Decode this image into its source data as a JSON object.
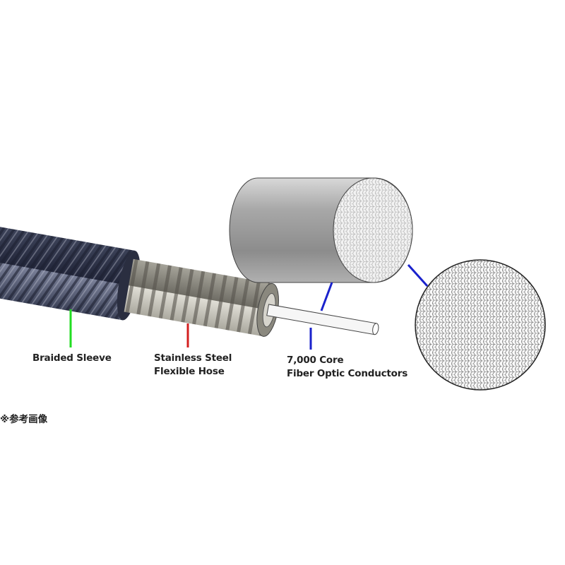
{
  "labels": {
    "braided_sleeve": "Braided Sleeve",
    "hose_line1": "Stainless Steel",
    "hose_line2": "Flexible Hose",
    "fiber_line1": "7,000 Core",
    "fiber_line2": "Fiber Optic Conductors"
  },
  "note": "※参考画像",
  "colors": {
    "sleeve_leader": "#22dd22",
    "hose_leader": "#d42020",
    "fiber_leader": "#1a22cc",
    "sleeve": "#4a5068",
    "hose": "#b8b6ae"
  }
}
